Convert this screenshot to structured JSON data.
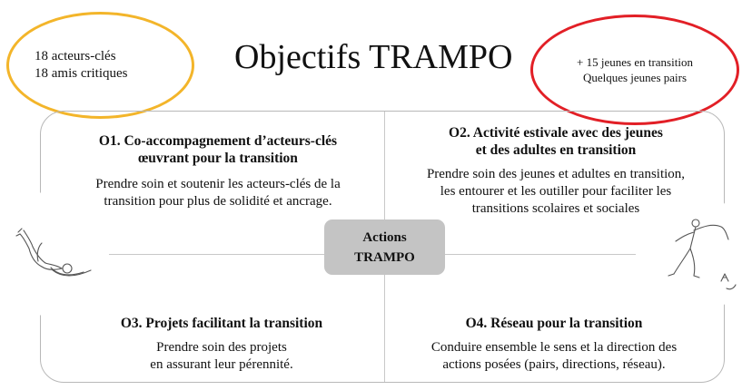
{
  "title": "Objectifs TRAMPO",
  "left_ellipse": {
    "line1": "18 acteurs-clés",
    "line2": "18 amis critiques",
    "color": "#f3b52a"
  },
  "right_ellipse": {
    "line1": "+ 15 jeunes en transition",
    "line2": "Quelques jeunes pairs",
    "color": "#e21f26"
  },
  "center": {
    "line1": "Actions",
    "line2": "TRAMPO"
  },
  "quadrants": [
    {
      "title_line1": "O1. Co-accompagnement d’acteurs-clés",
      "title_line2": "œuvrant pour la transition",
      "text_line1": "Prendre soin et soutenir les acteurs-clés de la",
      "text_line2": "transition pour plus de solidité et ancrage."
    },
    {
      "title_line1": "O2. Activité estivale avec des jeunes",
      "title_line2": "et des adultes en transition",
      "text_line1": "Prendre soin des jeunes et adultes en transition,",
      "text_line2": "les entourer et les outiller pour faciliter les",
      "text_line3": "transitions scolaires et sociales"
    },
    {
      "title_line1": "O3. Projets facilitant la transition",
      "text_line1": "Prendre soin des projets",
      "text_line2": "en assurant leur pérennité."
    },
    {
      "title_line1": "O4. Réseau pour la transition",
      "text_line1": "Conduire ensemble le sens et la direction des",
      "text_line2": "actions posées (pairs, directions, réseau)."
    }
  ],
  "icons": {
    "left_figure": "tumbling-figure-sketch",
    "right_figure": "dancing-figure-sketch"
  }
}
